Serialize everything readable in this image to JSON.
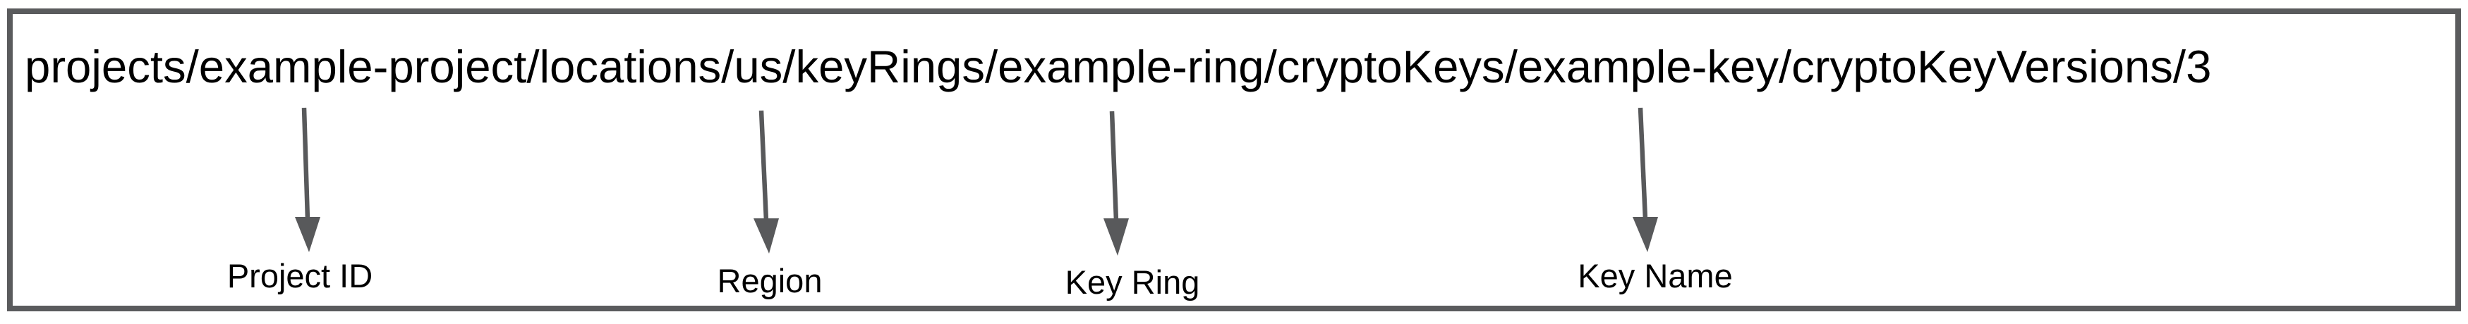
{
  "path": {
    "full": "projects/example-project/locations/us/keyRings/example-ring/cryptoKeys/example-key/cryptoKeyVersions/3",
    "segments": [
      {
        "text": "projects/"
      },
      {
        "text": "example-project"
      },
      {
        "text": "/locations/"
      },
      {
        "text": "us"
      },
      {
        "text": "/keyRings/"
      },
      {
        "text": "example-ring"
      },
      {
        "text": "/cryptoKeys/"
      },
      {
        "text": "example-key"
      },
      {
        "text": "/cryptoKeyVersions/3"
      }
    ]
  },
  "annotations": [
    {
      "label": "Project ID",
      "points_to": "example-project"
    },
    {
      "label": "Region",
      "points_to": "us"
    },
    {
      "label": "Key Ring",
      "points_to": "example-ring"
    },
    {
      "label": "Key Name",
      "points_to": "example-key"
    }
  ],
  "colors": {
    "text": "#000000",
    "arrow": "#58595b",
    "border": "#5a5b5d"
  }
}
